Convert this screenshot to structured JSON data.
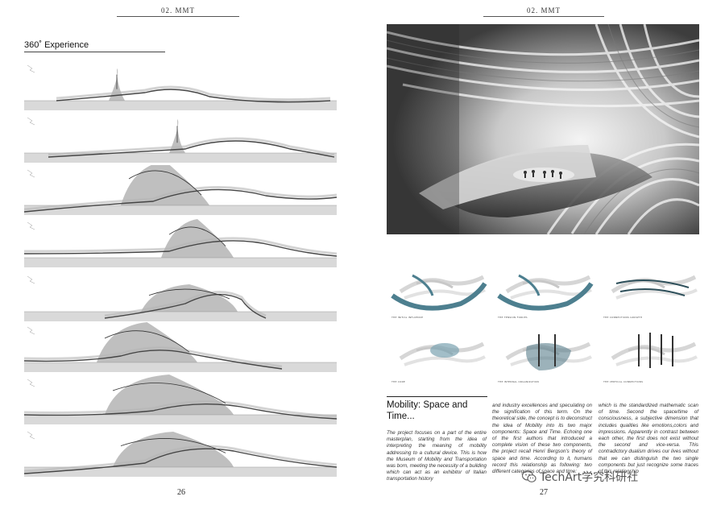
{
  "left_page": {
    "header": "02. MMT",
    "section_title": "360˚ Experience",
    "page_number": "26",
    "sections_count_label": ""
  },
  "right_page": {
    "header": "02. MMT",
    "page_number": "27",
    "diagrams": [
      {
        "caption": "THE INITIAL INFLUENCE",
        "icon": "sweeping-form-diagram"
      },
      {
        "caption": "THE TENSION FORCES",
        "icon": "tension-form-diagram"
      },
      {
        "caption": "THE CONNECTIONS GROWTH",
        "icon": "connections-diagram"
      },
      {
        "caption": "THE CORE",
        "icon": "core-diagram"
      },
      {
        "caption": "THE INTERNAL ORGANIZATION",
        "icon": "internal-organization-diagram"
      },
      {
        "caption": "THE VERTICAL CONNECTIONS",
        "icon": "vertical-connections-diagram"
      }
    ],
    "article": {
      "title": "Mobility: Space and Time...",
      "col1": "The project focuses on a part of the entire masterplan, starting from the idea of interpreting the meaning of mobility addressing to a cultural device. This is how the Museum of Mobility and Transportation was born, meeting the necessity of a building which can act as an exhibitor of Italian transportation history",
      "col2": "and industry excellences and speculating on the signification of this term. On the theoretical side, the concept is to deconstruct the idea of Mobility into its two major components: Space and Time. Echoing one of the first authors that introduced a complete vision of these two components, the project recall Henri Bergson's theory of space and time. According to it, humans record this relationship as following: two different categories of space and time:",
      "col3": "which is the standardized mathematic scan of time. Second the space/time of consciousness, a subjective dimension that includes qualities like emotions,colors and impressions. Apparently in contrast between each other, the first does not exist without the second and vice-versa. This contradictory dualism drives our lives without that we can distinguish the two single components but just recognize some traces of this relationship"
    }
  },
  "watermark": {
    "text": "TechArt学究科研社",
    "icon": "wechat-icon"
  }
}
